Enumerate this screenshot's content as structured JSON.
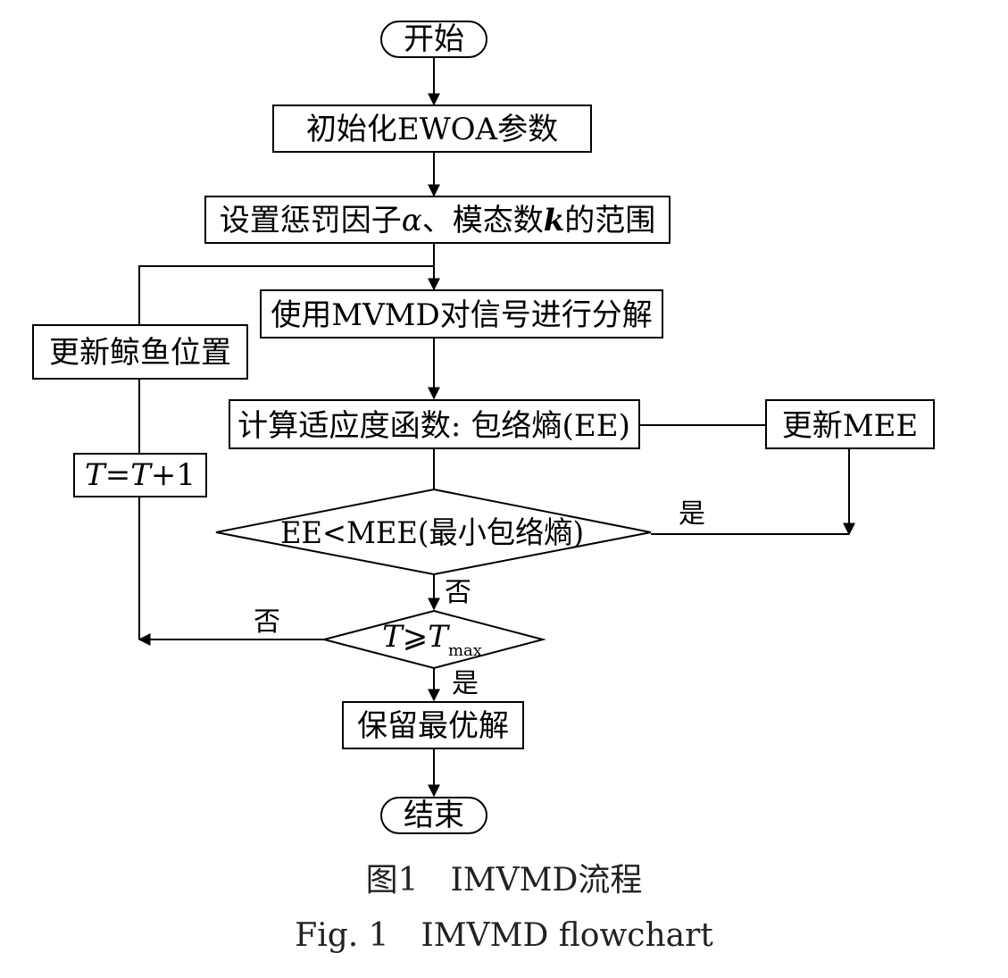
{
  "nodes": {
    "start": "开始",
    "init": "初始化EWOA参数",
    "set_range": {
      "prefix": "设置惩罚因子",
      "alpha": "α",
      "mid": "、模态数",
      "k": "k",
      "suffix": "的范围"
    },
    "decompose": "使用MVMD对信号进行分解",
    "fitness": "计算适应度函数: 包络熵(EE)",
    "update_mee": "更新MEE",
    "decision_ee": "EE<MEE(最小包络熵)",
    "decision_t": {
      "t": "T",
      "geq": "⩾",
      "tmax": "T",
      "sub": "max"
    },
    "keep_best": "保留最优解",
    "end": "结束",
    "update_whale": "更新鲸鱼位置",
    "t_increment": {
      "t1": "T",
      "eq": "=",
      "t2": "T",
      "plus": "+1"
    }
  },
  "edge_labels": {
    "ee_yes": "是",
    "ee_no": "否",
    "t_no": "否",
    "t_yes": "是"
  },
  "caption": {
    "cn": "图1　IMVMD流程",
    "en": "Fig. 1　IMVMD flowchart"
  }
}
